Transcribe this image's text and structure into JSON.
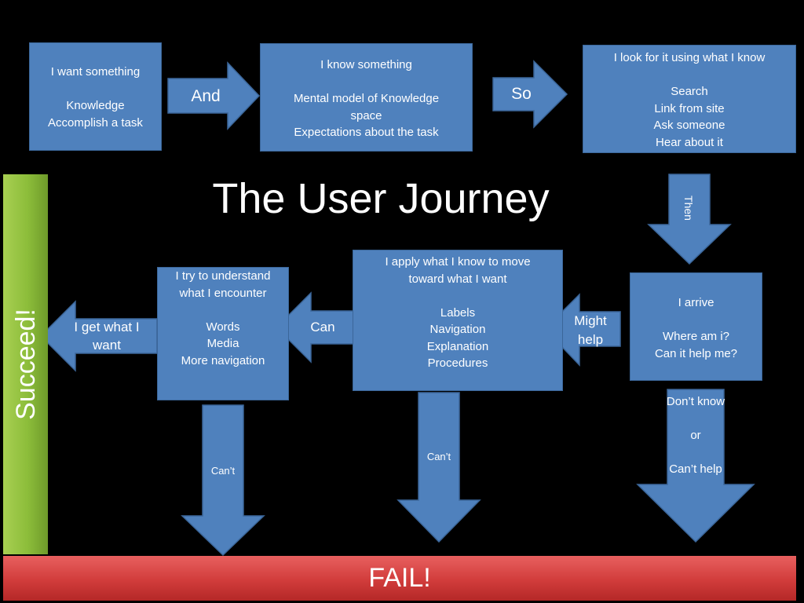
{
  "title": "The User Journey",
  "colors": {
    "background": "#000000",
    "box_fill": "#4f81bd",
    "box_border": "#3b6699",
    "succeed_bar": "#8cbd3a",
    "fail_bar": "#d13c3b",
    "text": "#ffffff"
  },
  "boxes": {
    "want": "I want something\n\nKnowledge\nAccomplish a task",
    "know": "I know something\n\nMental model of Knowledge space\nExpectations  about the  task",
    "look": "I look for it using what I know\n\nSearch\nLink from site\nAsk someone\nHear about it",
    "arrive": "I arrive\n\nWhere am i?\nCan it help me?",
    "apply": "I apply what I know to move toward what I want\n\nLabels\nNavigation\nExplanation\nProcedures",
    "understand": "I try to understand what I encounter\n\nWords\nMedia\nMore navigation"
  },
  "arrows": {
    "and": "And",
    "so": "So",
    "then": "Then",
    "might_help": "Might help",
    "can": "Can",
    "get_what_i_want": "I get what I want",
    "cant_understand": "Can’t",
    "cant_apply": "Can’t",
    "dont_know_or_cant_help": "Don’t know\n\nor\n\nCan’t help"
  },
  "outcomes": {
    "succeed": "Succeed!",
    "fail": "FAIL!"
  }
}
